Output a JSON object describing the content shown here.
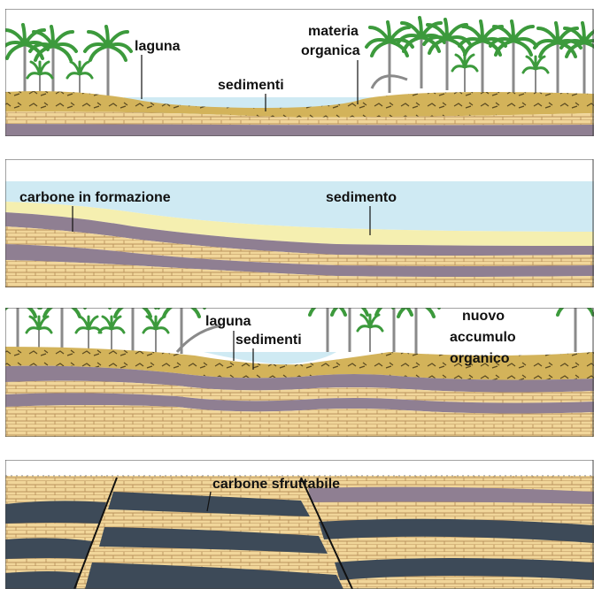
{
  "panels": [
    {
      "id": "stage-1",
      "labels": {
        "laguna": "laguna",
        "sedimenti": "sedimenti",
        "materia_line1": "materia",
        "materia_line2": "organica"
      }
    },
    {
      "id": "stage-2",
      "labels": {
        "carbone": "carbone in formazione",
        "sedimento": "sedimento"
      }
    },
    {
      "id": "stage-3",
      "labels": {
        "laguna": "laguna",
        "sedimenti": "sedimenti",
        "nuovo_line1": "nuovo",
        "nuovo_line2": "accumulo",
        "nuovo_line3": "organico"
      }
    },
    {
      "id": "stage-4",
      "labels": {
        "carbone": "carbone sfruttabile"
      }
    }
  ],
  "colors": {
    "sand": "#f1d69a",
    "coal_purple": "#8f7f92",
    "coal_dark": "#3d4a58",
    "water": "#cfeaf3",
    "peat": "#d3b35a",
    "pale_sediment": "#f5efb0",
    "plant_green": "#3c9a3c",
    "trunk_gray": "#8a8a8a",
    "border": "#444444"
  }
}
